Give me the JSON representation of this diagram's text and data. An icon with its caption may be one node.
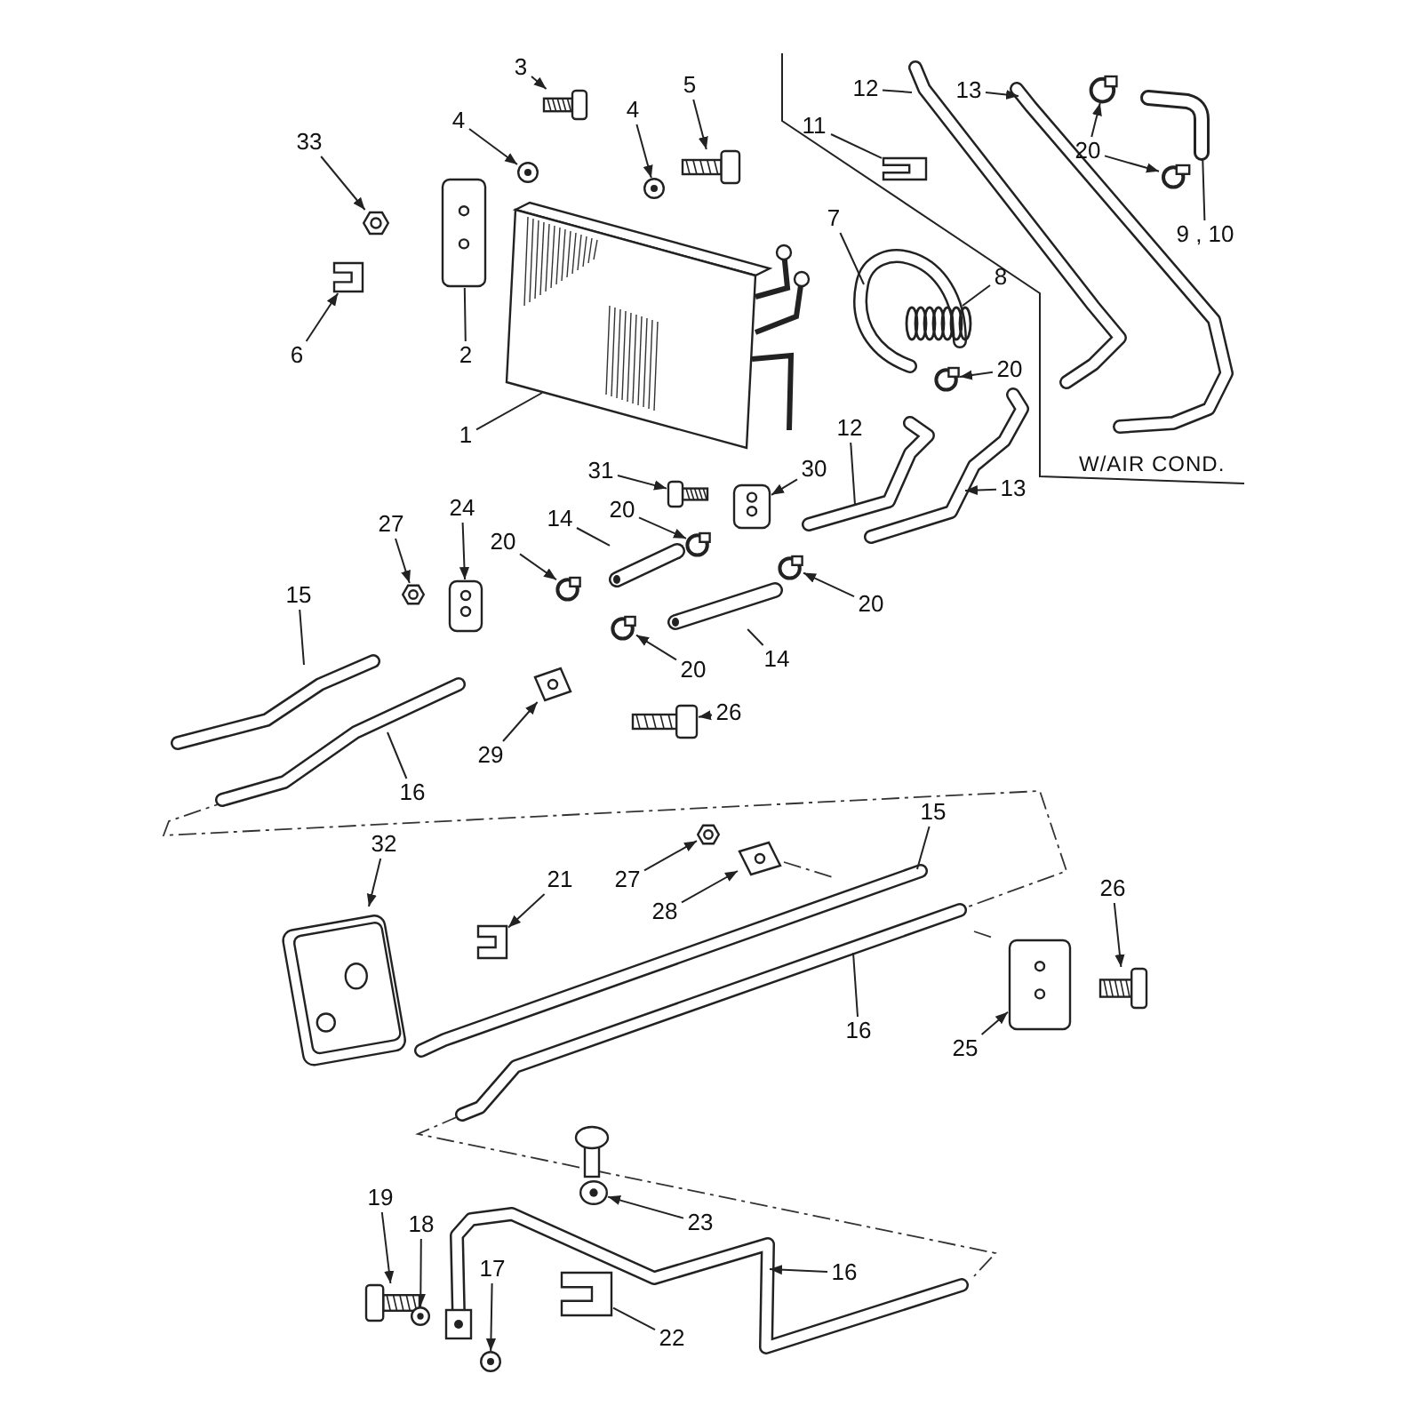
{
  "diagram": {
    "nodes": [
      {
        "text": [
          "1"
        ]
      },
      {
        "text": [],
        "shape": "picture"
      },
      {
        "text": [
          "2"
        ]
      },
      {
        "text": [],
        "shape": "picture"
      },
      {
        "text": [
          "3"
        ]
      },
      {
        "text": [],
        "shape": "picture"
      },
      {
        "text": [
          "4"
        ]
      },
      {
        "text": [],
        "shape": "picture"
      },
      {
        "text": [
          "4"
        ]
      },
      {
        "text": [],
        "shape": "picture"
      },
      {
        "text": [
          "5"
        ]
      },
      {
        "text": [],
        "shape": "picture"
      },
      {
        "text": [
          "33"
        ]
      },
      {
        "text": [],
        "shape": "picture"
      },
      {
        "text": [
          "6"
        ]
      },
      {
        "text": [],
        "shape": "box"
      },
      {
        "text": [
          "7"
        ]
      },
      {
        "text": [
          "8"
        ]
      },
      {
        "text": [],
        "shape": "picture"
      },
      {
        "text": [
          "20"
        ]
      },
      {
        "text": [],
        "shape": "circle"
      },
      {
        "text": [
          "11"
        ]
      },
      {
        "text": [],
        "shape": "box"
      },
      {
        "text": [
          "12"
        ]
      },
      {
        "text": [
          "13"
        ]
      },
      {
        "text": [
          "20"
        ]
      },
      {
        "text": [],
        "shape": "circle"
      },
      {
        "text": [],
        "shape": "circle"
      },
      {
        "text": [
          "9 , 10"
        ]
      },
      {
        "text": [],
        "shape": "picture"
      },
      {
        "text": [
          "30"
        ]
      },
      {
        "text": [],
        "shape": "picture"
      },
      {
        "text": [
          "31"
        ]
      },
      {
        "text": [],
        "shape": "picture"
      },
      {
        "text": [
          "12"
        ]
      },
      {
        "text": [
          "13"
        ]
      },
      {
        "text": [
          "20"
        ]
      },
      {
        "text": [],
        "shape": "circle"
      },
      {
        "text": [
          "14"
        ]
      },
      {
        "text": [],
        "shape": "picture"
      },
      {
        "text": [
          "20"
        ]
      },
      {
        "text": [],
        "shape": "circle"
      },
      {
        "text": [
          "20"
        ]
      },
      {
        "text": [],
        "shape": "circle"
      },
      {
        "text": [
          "14"
        ]
      },
      {
        "text": [],
        "shape": "picture"
      },
      {
        "text": [
          "20"
        ]
      },
      {
        "text": [],
        "shape": "circle"
      },
      {
        "text": [
          "27"
        ]
      },
      {
        "text": [],
        "shape": "picture"
      },
      {
        "text": [
          "24"
        ]
      },
      {
        "text": [],
        "shape": "picture"
      },
      {
        "text": [
          "15"
        ]
      },
      {
        "text": [
          "16"
        ]
      },
      {
        "text": [
          "29"
        ]
      },
      {
        "text": [],
        "shape": "picture"
      },
      {
        "text": [
          "26"
        ]
      },
      {
        "text": [],
        "shape": "picture"
      },
      {
        "text": [
          "32"
        ]
      },
      {
        "text": [],
        "shape": "picture"
      },
      {
        "text": [
          "21"
        ]
      },
      {
        "text": [],
        "shape": "box"
      },
      {
        "text": [
          "27"
        ]
      },
      {
        "text": [],
        "shape": "picture"
      },
      {
        "text": [
          "28"
        ]
      },
      {
        "text": [],
        "shape": "picture"
      },
      {
        "text": [
          "15"
        ]
      },
      {
        "text": [
          "16"
        ]
      },
      {
        "text": [
          "26"
        ]
      },
      {
        "text": [],
        "shape": "picture"
      },
      {
        "text": [
          "25"
        ]
      },
      {
        "text": [],
        "shape": "picture"
      },
      {
        "text": [
          "23"
        ]
      },
      {
        "text": [],
        "shape": "picture"
      },
      {
        "text": [
          "16"
        ]
      },
      {
        "text": [
          "22"
        ]
      },
      {
        "text": [],
        "shape": "box"
      },
      {
        "text": [
          "19"
        ]
      },
      {
        "text": [],
        "shape": "picture"
      },
      {
        "text": [
          "18"
        ]
      },
      {
        "text": [],
        "shape": "picture"
      },
      {
        "text": [
          "17"
        ]
      },
      {
        "text": [],
        "shape": "picture"
      }
    ],
    "edges": [
      {
        "from": 0,
        "to": 1,
        "arrow": "none"
      },
      {
        "from": 2,
        "to": 3,
        "arrow": "none"
      },
      {
        "from": 4,
        "to": 5,
        "arrow": "to"
      },
      {
        "from": 6,
        "to": 7,
        "arrow": "to"
      },
      {
        "from": 8,
        "to": 9,
        "arrow": "to"
      },
      {
        "from": 10,
        "to": 11,
        "arrow": "to"
      },
      {
        "from": 12,
        "to": 13,
        "arrow": "to"
      },
      {
        "from": 14,
        "to": 15,
        "arrow": "to"
      },
      {
        "from": 16,
        "to": null,
        "arrow": "none"
      },
      {
        "from": 17,
        "to": 18,
        "arrow": "none"
      },
      {
        "from": 19,
        "to": 20,
        "arrow": "to"
      },
      {
        "from": 21,
        "to": 22,
        "arrow": "none"
      },
      {
        "from": 23,
        "to": null,
        "arrow": "none"
      },
      {
        "from": 24,
        "to": null,
        "arrow": "to"
      },
      {
        "from": 25,
        "to": 26,
        "arrow": "to"
      },
      {
        "from": 25,
        "to": 27,
        "arrow": "to"
      },
      {
        "from": 28,
        "to": 29,
        "arrow": "none"
      },
      {
        "from": 30,
        "to": 31,
        "arrow": "to"
      },
      {
        "from": 32,
        "to": 33,
        "arrow": "to"
      },
      {
        "from": 34,
        "to": null,
        "arrow": "none"
      },
      {
        "from": 35,
        "to": null,
        "arrow": "to"
      },
      {
        "from": 36,
        "to": 37,
        "arrow": "to"
      },
      {
        "from": 38,
        "to": 39,
        "arrow": "none"
      },
      {
        "from": 40,
        "to": 41,
        "arrow": "to"
      },
      {
        "from": 42,
        "to": 43,
        "arrow": "to"
      },
      {
        "from": 44,
        "to": 45,
        "arrow": "none"
      },
      {
        "from": 46,
        "to": 47,
        "arrow": "to"
      },
      {
        "from": 48,
        "to": 49,
        "arrow": "to"
      },
      {
        "from": 50,
        "to": 51,
        "arrow": "to"
      },
      {
        "from": 52,
        "to": null,
        "arrow": "none"
      },
      {
        "from": 53,
        "to": null,
        "arrow": "none"
      },
      {
        "from": 54,
        "to": 55,
        "arrow": "to"
      },
      {
        "from": 56,
        "to": 57,
        "arrow": "to"
      },
      {
        "from": 58,
        "to": 59,
        "arrow": "to"
      },
      {
        "from": 60,
        "to": 61,
        "arrow": "to"
      },
      {
        "from": 62,
        "to": 63,
        "arrow": "to"
      },
      {
        "from": 64,
        "to": 65,
        "arrow": "to"
      },
      {
        "from": 66,
        "to": null,
        "arrow": "none"
      },
      {
        "from": 67,
        "to": null,
        "arrow": "none"
      },
      {
        "from": 68,
        "to": 69,
        "arrow": "to"
      },
      {
        "from": 70,
        "to": 71,
        "arrow": "to"
      },
      {
        "from": 72,
        "to": 73,
        "arrow": "to"
      },
      {
        "from": 74,
        "to": null,
        "arrow": "to"
      },
      {
        "from": 75,
        "to": 76,
        "arrow": "none"
      },
      {
        "from": 77,
        "to": 78,
        "arrow": "to"
      },
      {
        "from": 79,
        "to": 80,
        "arrow": "to"
      },
      {
        "from": 81,
        "to": 82,
        "arrow": "to"
      }
    ],
    "labels": [
      "W/AIR COND."
    ]
  }
}
